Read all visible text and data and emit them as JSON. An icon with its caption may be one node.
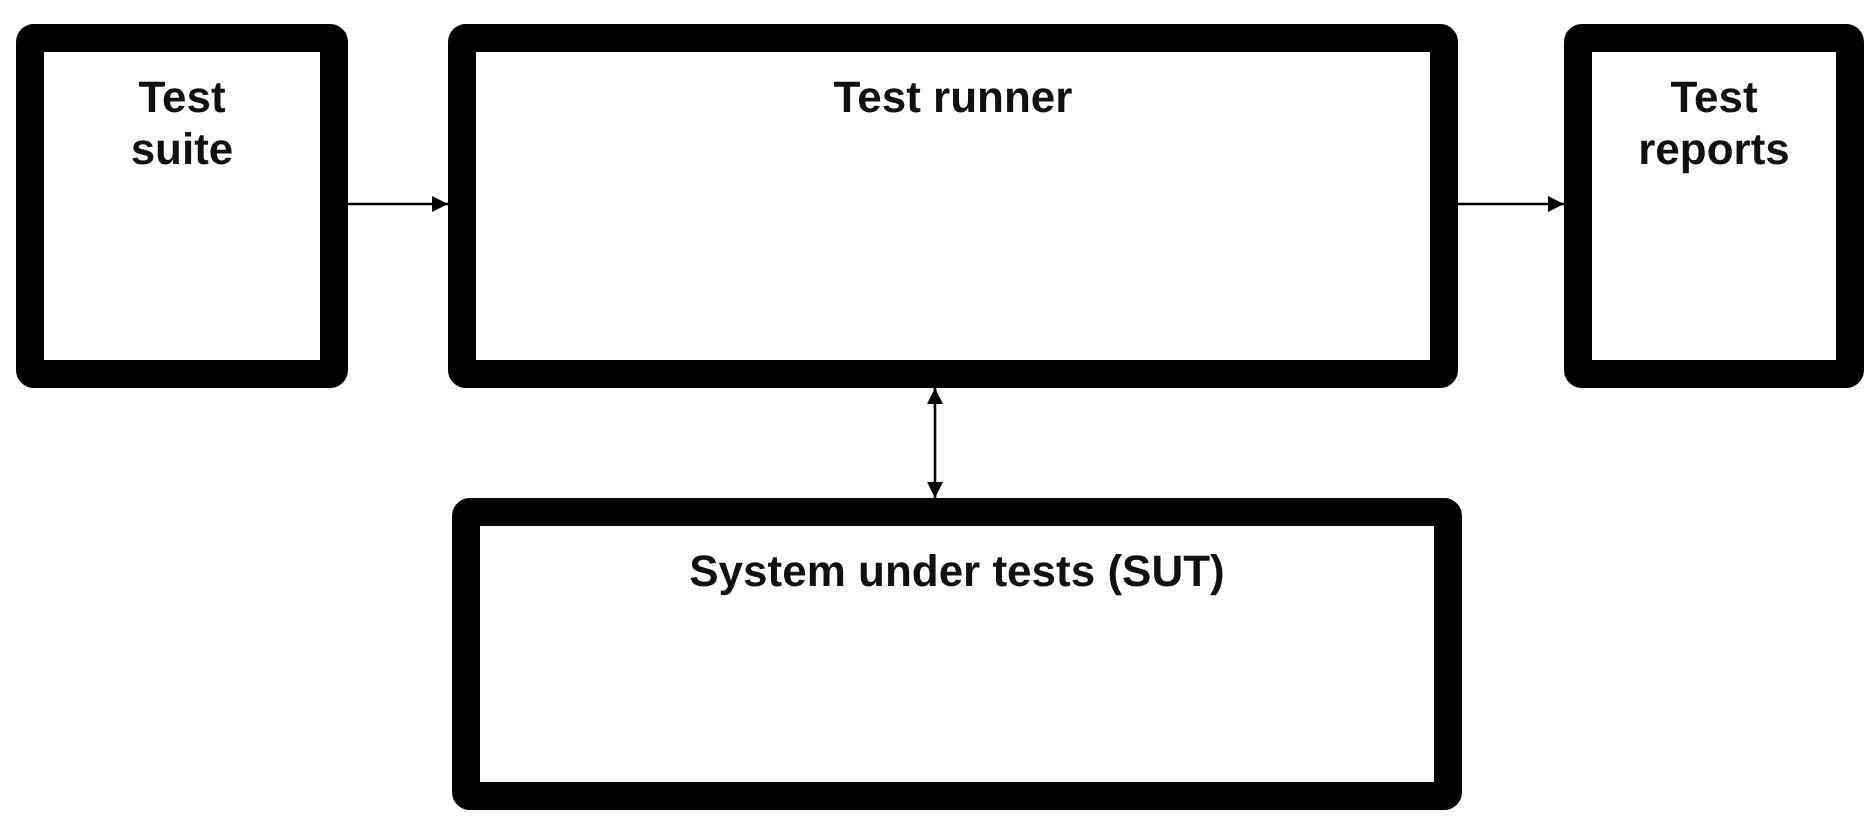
{
  "diagram": {
    "nodes": [
      {
        "text": [
          "Test suite"
        ]
      },
      {
        "text": [
          "Test runner"
        ]
      },
      {
        "text": [
          "Test reports"
        ]
      },
      {
        "text": [
          "System under tests (SUT)"
        ]
      }
    ],
    "edges": [
      {
        "from": 0,
        "to": 1,
        "arrow": "to"
      },
      {
        "from": 1,
        "to": 2,
        "arrow": "to"
      },
      {
        "from": 1,
        "to": 3,
        "arrow": "both"
      }
    ]
  }
}
